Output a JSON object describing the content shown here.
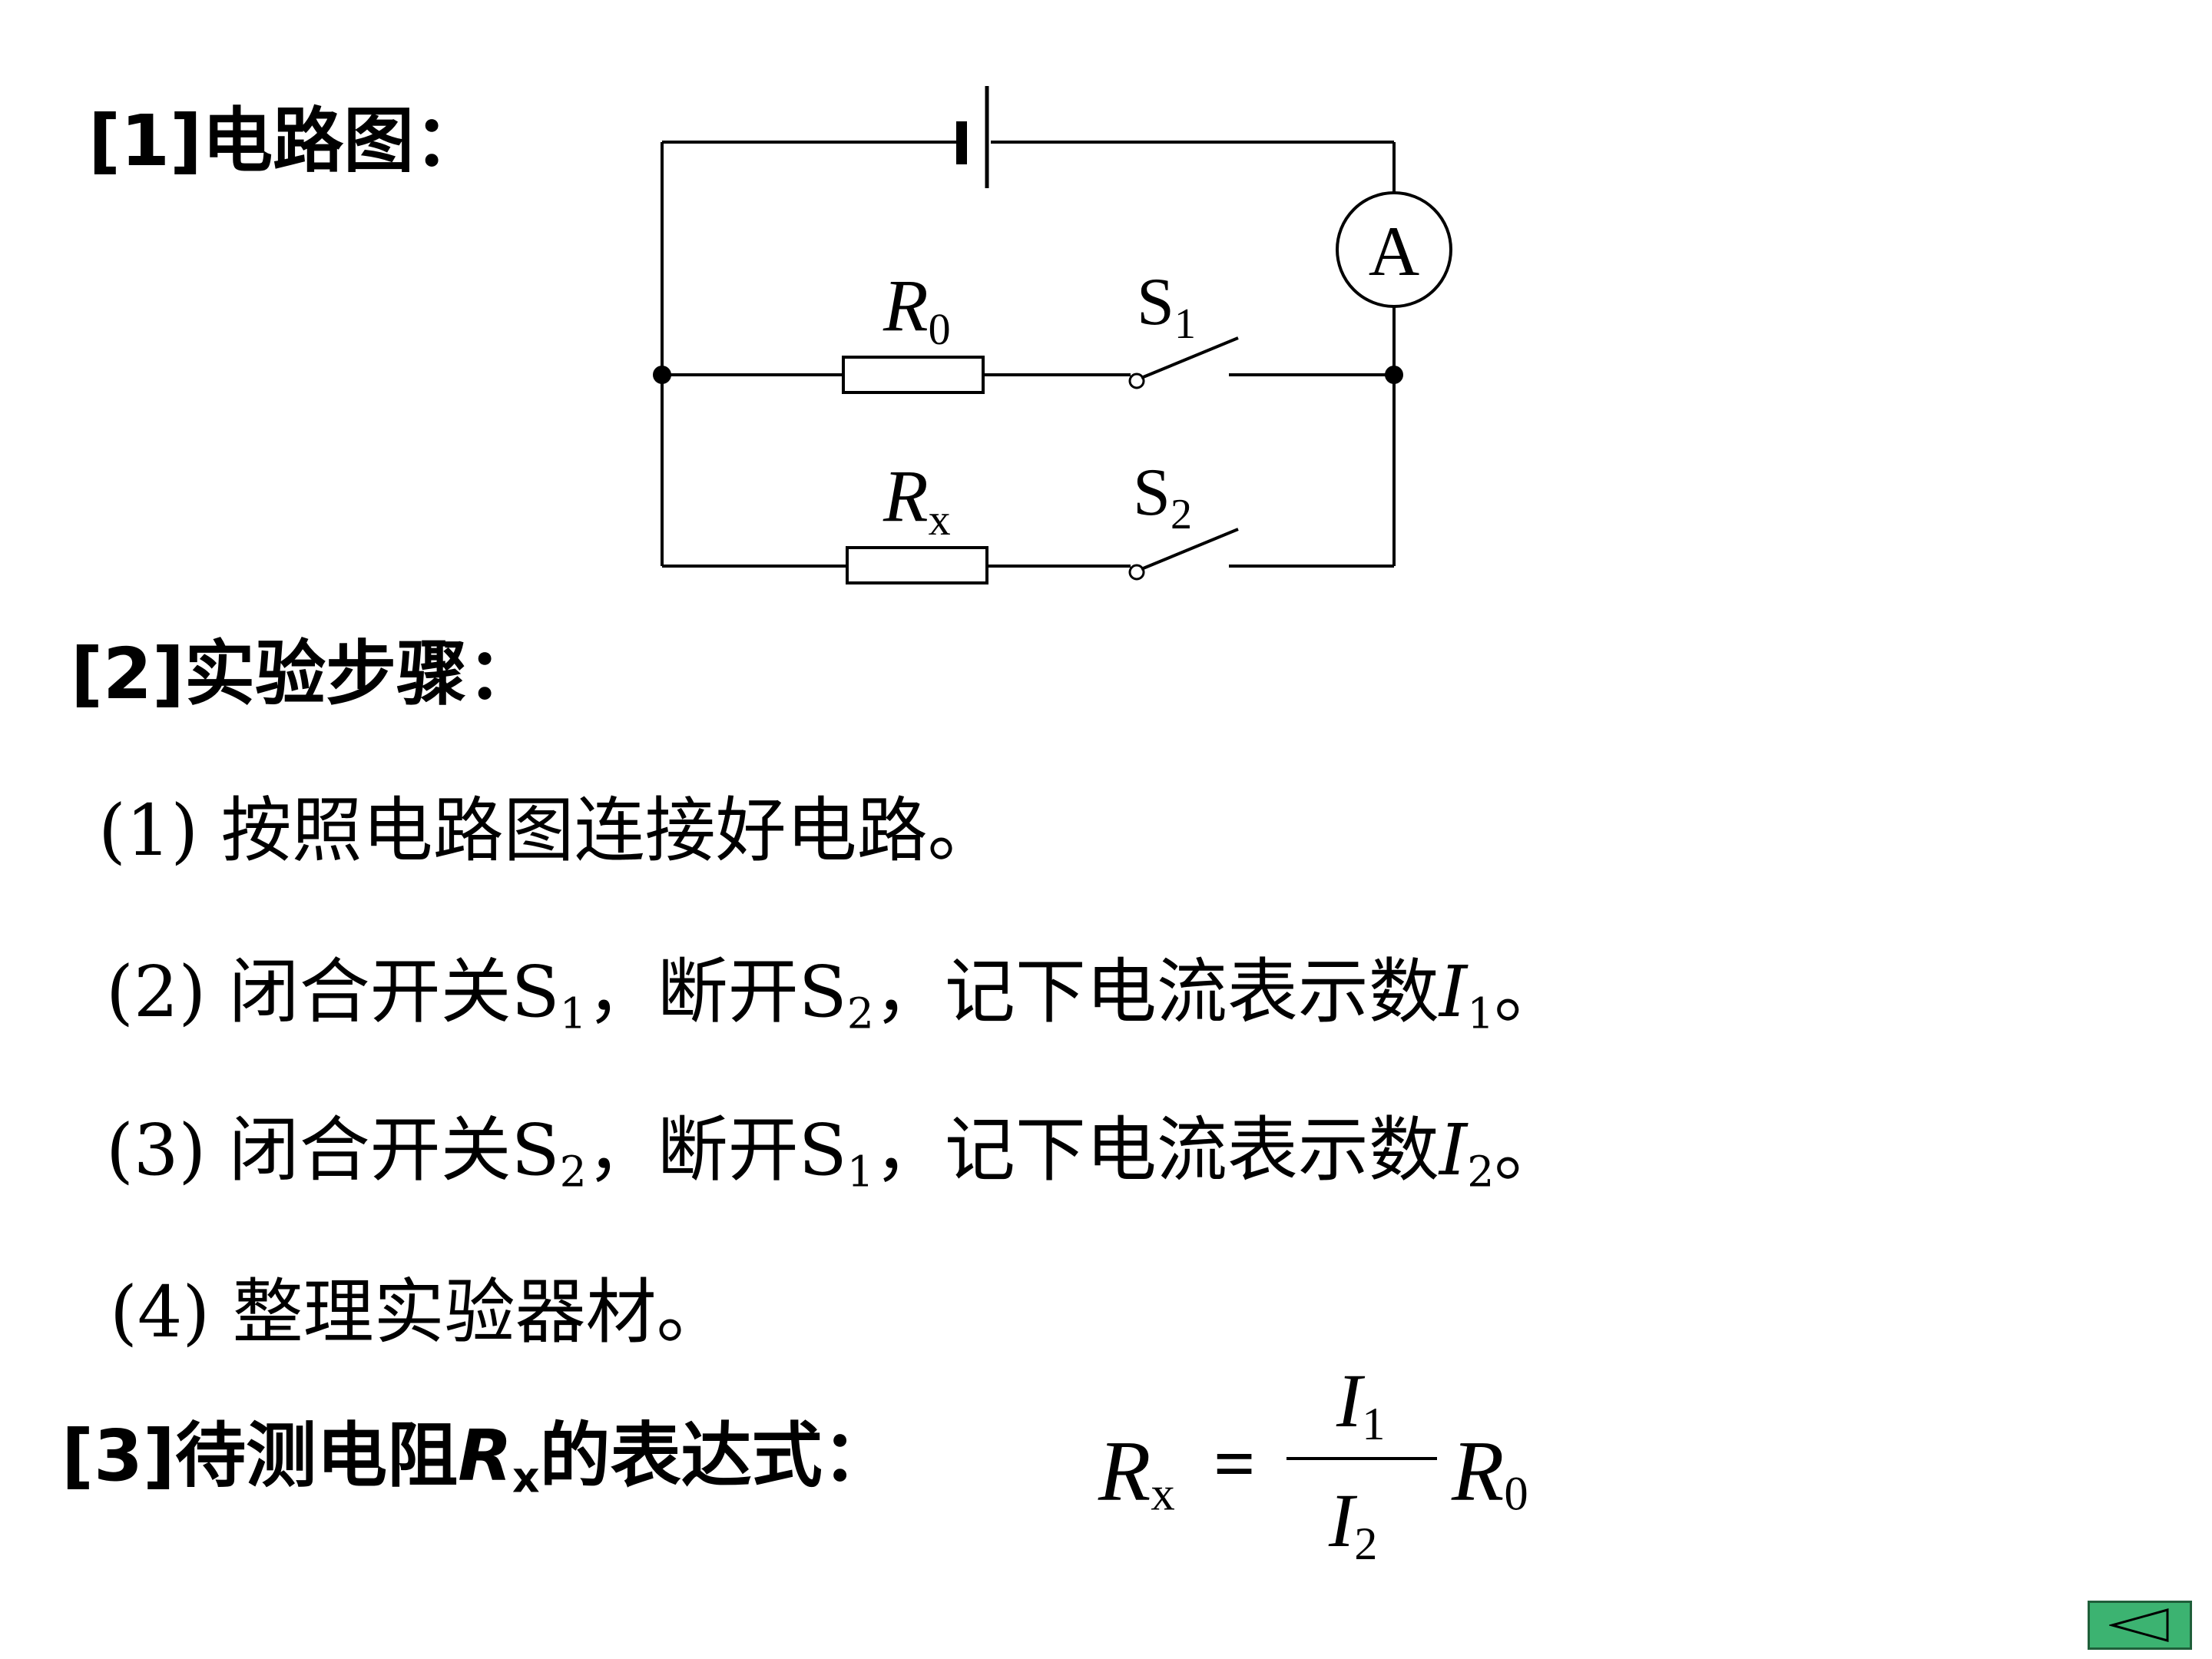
{
  "section1": {
    "label": "[1]电路图："
  },
  "circuit": {
    "ammeter_label": "A",
    "r0_label": {
      "main": "R",
      "sub": "0"
    },
    "rx_label": {
      "main": "R",
      "sub": "x"
    },
    "s1_label": {
      "main": "S",
      "sub": "1"
    },
    "s2_label": {
      "main": "S",
      "sub": "2"
    }
  },
  "section2": {
    "label": "[2]实验步骤："
  },
  "steps": [
    {
      "text": "(1) 按照电路图连接好电路。"
    },
    {
      "prefix": "(2) 闭合开关S",
      "sub_a": "1",
      "mid": "，断开S",
      "sub_b": "2",
      "tail": "，记下电流表示数",
      "var": "I",
      "var_sub": "1",
      "end": "。"
    },
    {
      "prefix": "(3) 闭合开关S",
      "sub_a": "2",
      "mid": "，断开S",
      "sub_b": "1",
      "tail": "，记下电流表示数",
      "var": "I",
      "var_sub": "2",
      "end": "。"
    },
    {
      "text": "(4) 整理实验器材。"
    }
  ],
  "section3": {
    "label_a": "[3]待测电阻",
    "var": "R",
    "var_sub": "x",
    "label_b": "的表达式："
  },
  "formula": {
    "lhs": "R",
    "lhs_sub": "x",
    "eq": "=",
    "num": "I",
    "num_sub": "1",
    "den": "I",
    "den_sub": "2",
    "rhs": "R",
    "rhs_sub": "0"
  },
  "nav": {
    "icon": "triangle-left-icon",
    "color": "#3cb371"
  }
}
